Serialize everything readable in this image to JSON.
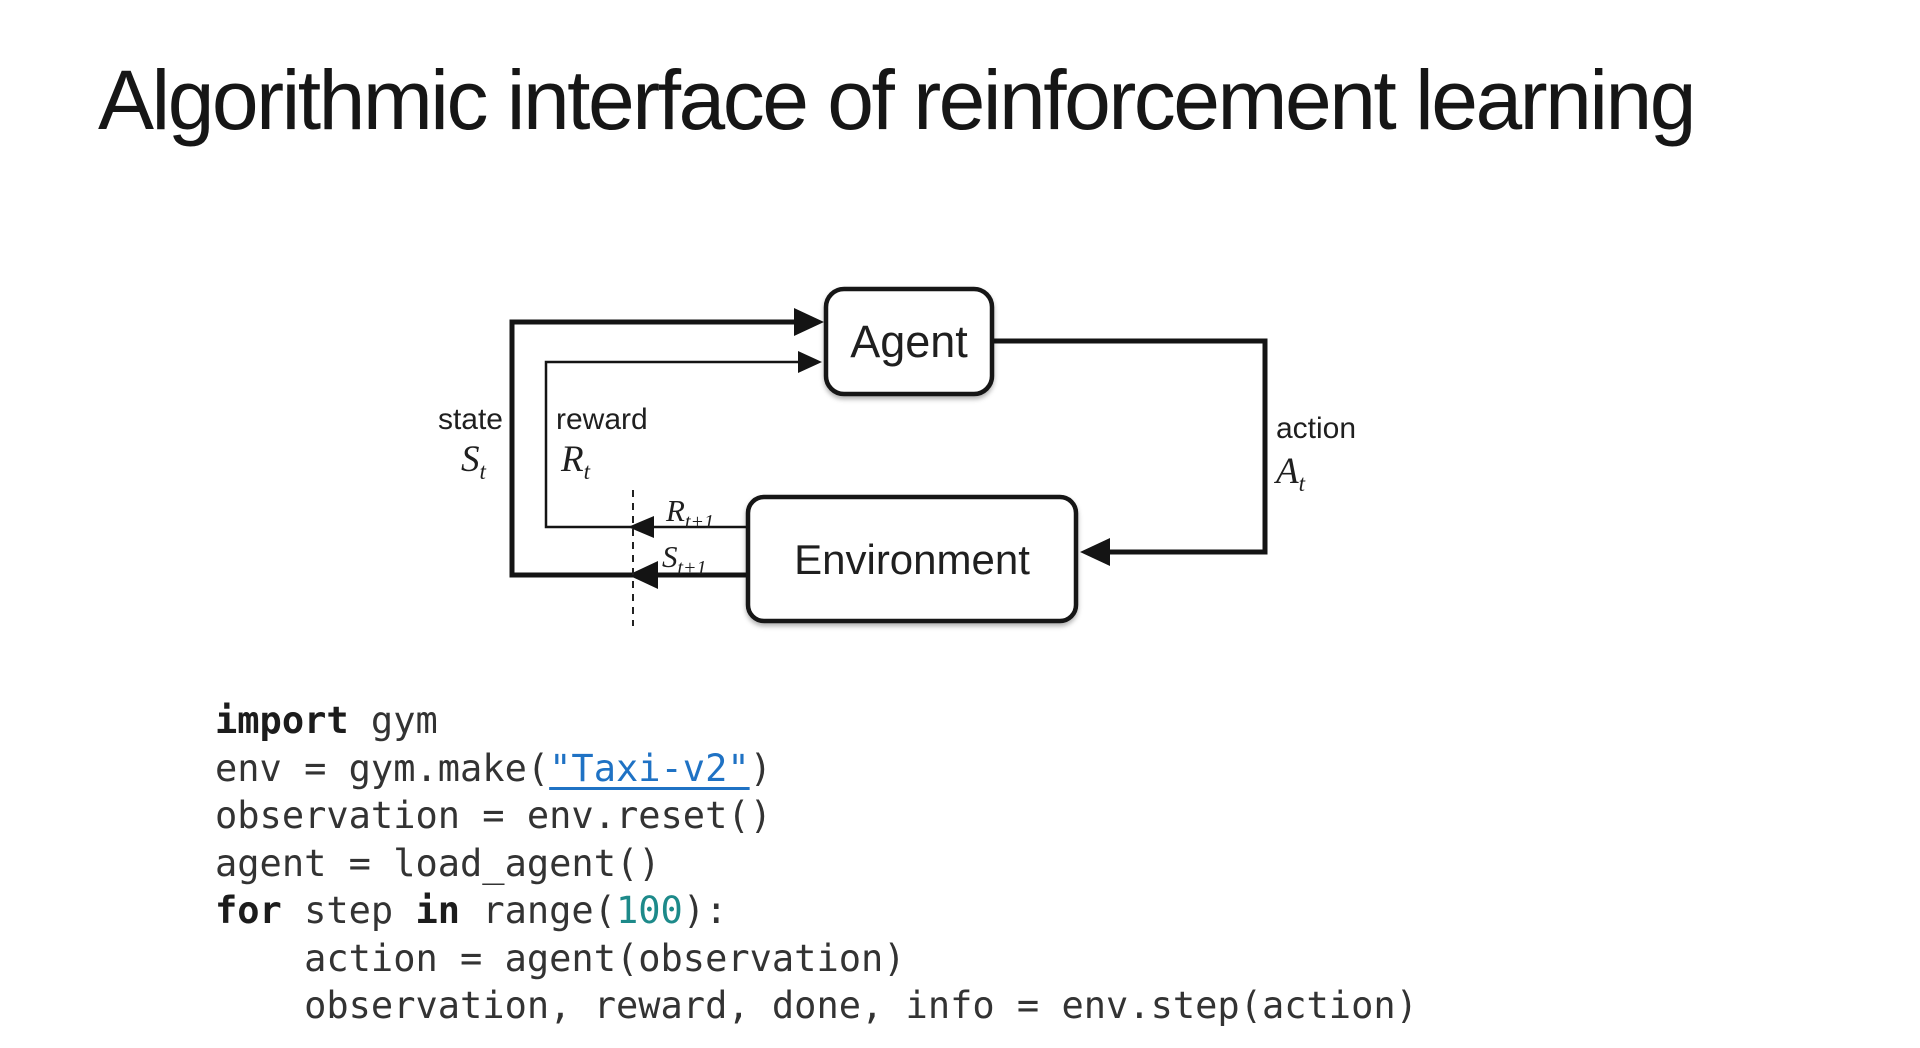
{
  "slide": {
    "title": "Algorithmic interface of reinforcement learning"
  },
  "diagram": {
    "agent_label": "Agent",
    "environment_label": "Environment",
    "state_label": "state",
    "state_symbol": {
      "main": "S",
      "sub": "t"
    },
    "reward_label": "reward",
    "reward_symbol": {
      "main": "R",
      "sub": "t"
    },
    "action_label": "action",
    "action_symbol": {
      "main": "A",
      "sub": "t"
    },
    "next_reward_symbol": {
      "main": "R",
      "sub": "t+1"
    },
    "next_state_symbol": {
      "main": "S",
      "sub": "t+1"
    }
  },
  "code": {
    "lines": [
      {
        "tokens": [
          {
            "t": "import",
            "s": "keyword"
          },
          {
            "t": " gym",
            "s": "plain"
          }
        ]
      },
      {
        "tokens": [
          {
            "t": "env = gym.make(",
            "s": "plain"
          },
          {
            "t": "\"Taxi-v2\"",
            "s": "link"
          },
          {
            "t": ")",
            "s": "plain"
          }
        ]
      },
      {
        "tokens": [
          {
            "t": "observation = env.reset()",
            "s": "plain"
          }
        ]
      },
      {
        "tokens": [
          {
            "t": "agent = load_agent()",
            "s": "plain"
          }
        ]
      },
      {
        "tokens": [
          {
            "t": "for",
            "s": "keyword"
          },
          {
            "t": " step ",
            "s": "plain"
          },
          {
            "t": "in",
            "s": "keyword"
          },
          {
            "t": " range(",
            "s": "plain"
          },
          {
            "t": "100",
            "s": "number"
          },
          {
            "t": "):",
            "s": "plain"
          }
        ]
      },
      {
        "tokens": [
          {
            "t": "    action = agent(observation)",
            "s": "plain"
          }
        ]
      },
      {
        "tokens": [
          {
            "t": "    observation, reward, done, info = env.step(action)",
            "s": "plain"
          }
        ]
      }
    ]
  },
  "colors": {
    "link_blue": "#1f72c4",
    "number_teal": "#1d8a8a",
    "code_text": "#333333",
    "diagram_stroke": "#141414"
  }
}
